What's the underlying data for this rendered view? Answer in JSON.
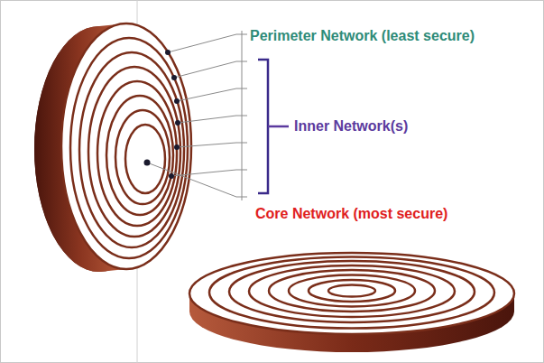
{
  "diagram": {
    "labels": [
      "Perimeter Network (least secure)",
      "Inner Network(s)",
      "Core Network (most secure)"
    ]
  }
}
